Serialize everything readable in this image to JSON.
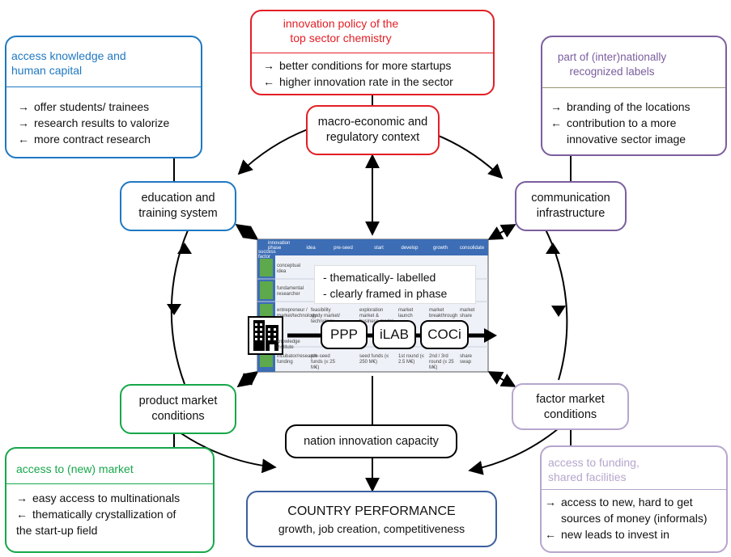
{
  "colors": {
    "red": "#e31e24",
    "blue": "#1f78c1",
    "purple": "#7b5e9e",
    "light_purple": "#b6a6cc",
    "green": "#17a74a",
    "navy": "#3b5fa0",
    "black": "#000000",
    "grid_blue": "#3c6db5",
    "grid_green": "#5ea94b"
  },
  "top_red": {
    "title_line1": "innovation policy of the",
    "title_line2": "top sector chemistry",
    "icon": "scales-icon",
    "line1": "better conditions for more startups",
    "line2": "higher innovation rate in the sector"
  },
  "top_left_blue": {
    "title_line1": "access knowledge and",
    "title_line2": "human capital",
    "icon": "graduation-cap-icon",
    "line1": "offer students/ trainees",
    "line2": "research results to valorize",
    "line3": "more contract research"
  },
  "top_right_purple": {
    "title_line1": "part of (inter)nationally",
    "title_line2": "recognized labels",
    "icon": "flag-icon",
    "line1": "branding of the locations",
    "line2": "contribution to a more",
    "line3": "innovative sector image"
  },
  "bottom_left_green": {
    "title": "access to (new) market",
    "icon": "shopping-cart-icon",
    "line1": "easy access to multinationals",
    "line2": "thematically crystallization of",
    "line3": "the start-up field"
  },
  "bottom_right_lpurple": {
    "title_line1": "access to funding,",
    "title_line2": "shared facilities",
    "icon": "money-bag-icon",
    "icon2": "tools-icon",
    "line1": "access to new, hard to get",
    "line2": "sources of money (informals)",
    "line3": "new leads to invest in"
  },
  "nodes": {
    "macro_line1": "macro-economic and",
    "macro_line2": "regulatory context",
    "education_line1": "education and",
    "education_line2": "training system",
    "communication_line1": "communication",
    "communication_line2": "infrastructure",
    "product_line1": "product market",
    "product_line2": "conditions",
    "factor_line1": "factor market",
    "factor_line2": "conditions",
    "nation": "nation innovation capacity",
    "country_title": "COUNTRY PERFORMANCE",
    "country_sub": "growth, job creation, competitiveness"
  },
  "arrows": {
    "right": "→",
    "left": "←"
  },
  "center": {
    "note_line1": "- thematically- labelled",
    "note_line2": "- clearly framed in phase",
    "inst1": "PPP",
    "inst2": "iLAB",
    "inst3": "COCi",
    "building_icon": "building-icon",
    "grid_corner_top": "innovation phase",
    "grid_corner_bottom": "success factor",
    "phases": [
      "idea",
      "pre-seed",
      "start",
      "develop",
      "growth",
      "consolidate"
    ],
    "factors": [
      "conceptual idea",
      "fundamental researcher",
      "entrepreneur / market/technology",
      "knowledge institute",
      "incubator/research funding"
    ],
    "row3_cells": [
      "feasibility study market/ technology",
      "exploration market & business model",
      "market launch",
      "market breakthrough",
      "market share"
    ],
    "row5_cells": [
      "pre-seed funds (≤ 25 M€)",
      "seed funds (≤ 250 M€)",
      "1st round (≤ 2.5 M€)",
      "2nd / 3rd round (≤ 25 M€)",
      "share swap"
    ]
  }
}
